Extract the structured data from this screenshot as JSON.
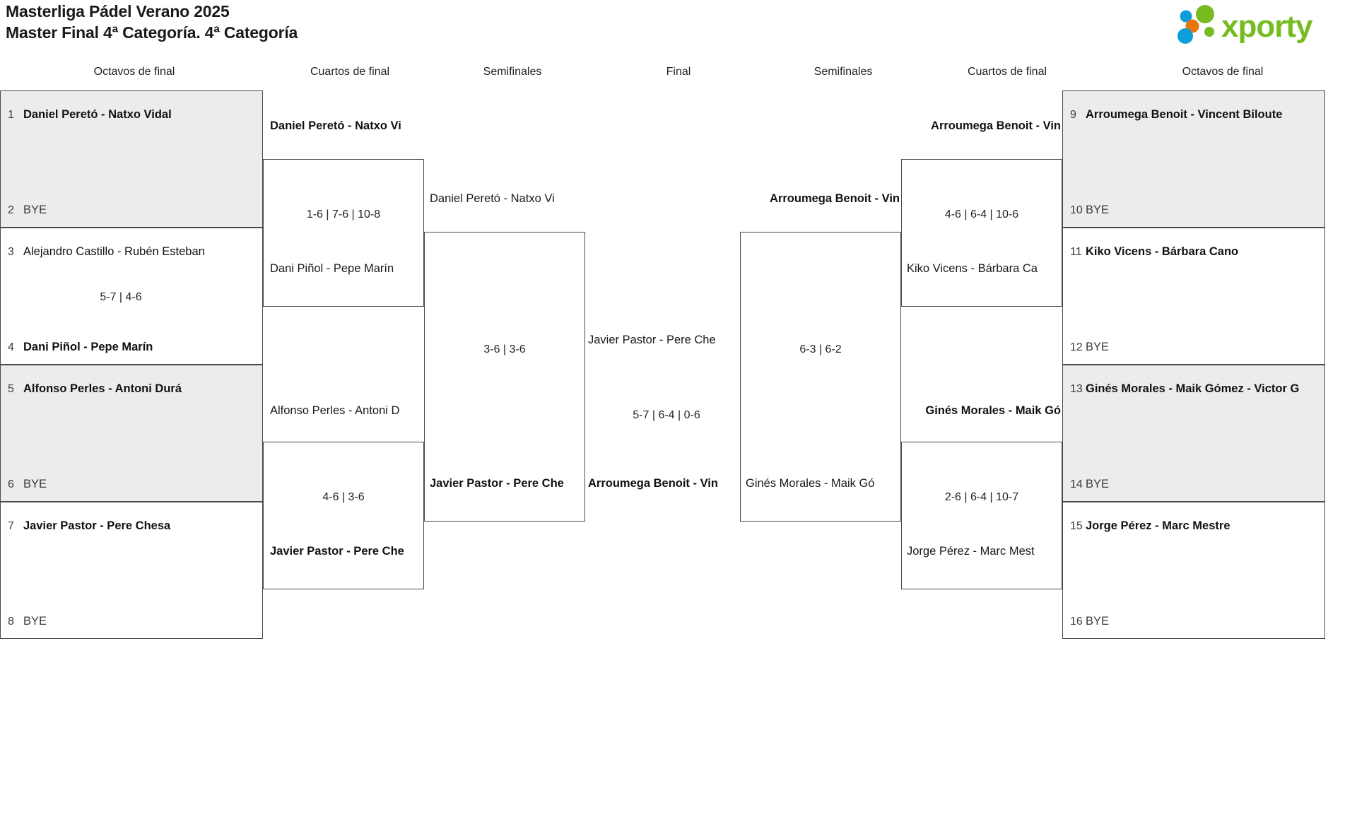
{
  "header": {
    "title_line1": "Masterliga Pádel Verano 2025",
    "title_line2": "Master Final 4ª Categoría. 4ª Categoría",
    "logo_text": "xporty",
    "logo_colors": {
      "green": "#76bc21",
      "blue": "#0c9fdb",
      "orange": "#e8760c"
    }
  },
  "round_headers": {
    "left_r16": "Octavos de final",
    "left_qf": "Cuartos de final",
    "left_sf": "Semifinales",
    "final": "Final",
    "right_sf": "Semifinales",
    "right_qf": "Cuartos de final",
    "right_r16": "Octavos de final"
  },
  "bracket": {
    "left_r16": [
      {
        "seed": "1",
        "name": "Daniel Peretó - Natxo Vidal",
        "winner": true,
        "bye": false
      },
      {
        "seed": "2",
        "name": "BYE",
        "winner": false,
        "bye": true
      },
      {
        "seed": "3",
        "name": "Alejandro Castillo - Rubén Esteban",
        "winner": false,
        "bye": false
      },
      {
        "seed": "4",
        "name": "Dani Piñol - Pepe Marín",
        "winner": true,
        "bye": false
      },
      {
        "seed": "5",
        "name": "Alfonso Perles - Antoni Durá",
        "winner": true,
        "bye": false
      },
      {
        "seed": "6",
        "name": "BYE",
        "winner": false,
        "bye": true
      },
      {
        "seed": "7",
        "name": "Javier Pastor - Pere Chesa",
        "winner": true,
        "bye": false
      },
      {
        "seed": "8",
        "name": "BYE",
        "winner": false,
        "bye": true
      }
    ],
    "left_r16_scores": [
      "",
      "5-7 | 4-6",
      "",
      ""
    ],
    "right_r16": [
      {
        "seed": "9",
        "name": "Arroumega Benoit - Vincent Biloute",
        "winner": true,
        "bye": false
      },
      {
        "seed": "10",
        "name": "BYE",
        "winner": false,
        "bye": true
      },
      {
        "seed": "11",
        "name": "Kiko Vicens - Bárbara Cano",
        "winner": true,
        "bye": false
      },
      {
        "seed": "12",
        "name": "BYE",
        "winner": false,
        "bye": true
      },
      {
        "seed": "13",
        "name": "Ginés Morales - Maik Gómez - Victor G",
        "winner": true,
        "bye": false
      },
      {
        "seed": "14",
        "name": "BYE",
        "winner": false,
        "bye": true
      },
      {
        "seed": "15",
        "name": "Jorge Pérez - Marc Mestre",
        "winner": true,
        "bye": false
      },
      {
        "seed": "16",
        "name": "BYE",
        "winner": false,
        "bye": true
      }
    ],
    "left_qf": [
      {
        "top": "Daniel Peretó - Natxo Vi",
        "bottom": "Dani Piñol - Pepe Marín",
        "top_winner": true,
        "bottom_winner": false,
        "score": "1-6 | 7-6 | 10-8"
      },
      {
        "top": "Alfonso Perles - Antoni D",
        "bottom": "Javier Pastor - Pere Che",
        "top_winner": false,
        "bottom_winner": true,
        "score": "4-6 | 3-6"
      }
    ],
    "right_qf": [
      {
        "top": "Arroumega Benoit - Vin",
        "bottom": "Kiko Vicens - Bárbara Ca",
        "top_winner": true,
        "bottom_winner": false,
        "score": "4-6 | 6-4 | 10-6"
      },
      {
        "top": "Ginés Morales - Maik Gó",
        "bottom": "Jorge Pérez - Marc Mest",
        "top_winner": true,
        "bottom_winner": false,
        "score": "2-6 | 6-4 | 10-7"
      }
    ],
    "left_sf": {
      "top": "Daniel Peretó - Natxo Vi",
      "bottom": "Javier Pastor - Pere Che",
      "top_winner": false,
      "bottom_winner": true,
      "score": "3-6 | 3-6"
    },
    "right_sf": {
      "top": "Arroumega Benoit - Vin",
      "bottom": "Ginés Morales - Maik Gó",
      "top_winner": true,
      "bottom_winner": false,
      "score": "6-3 | 6-2"
    },
    "final": {
      "top": "Javier Pastor - Pere Che",
      "bottom": "Arroumega Benoit - Vin",
      "top_winner": false,
      "bottom_winner": true,
      "score": "5-7 | 6-4 | 0-6"
    }
  }
}
